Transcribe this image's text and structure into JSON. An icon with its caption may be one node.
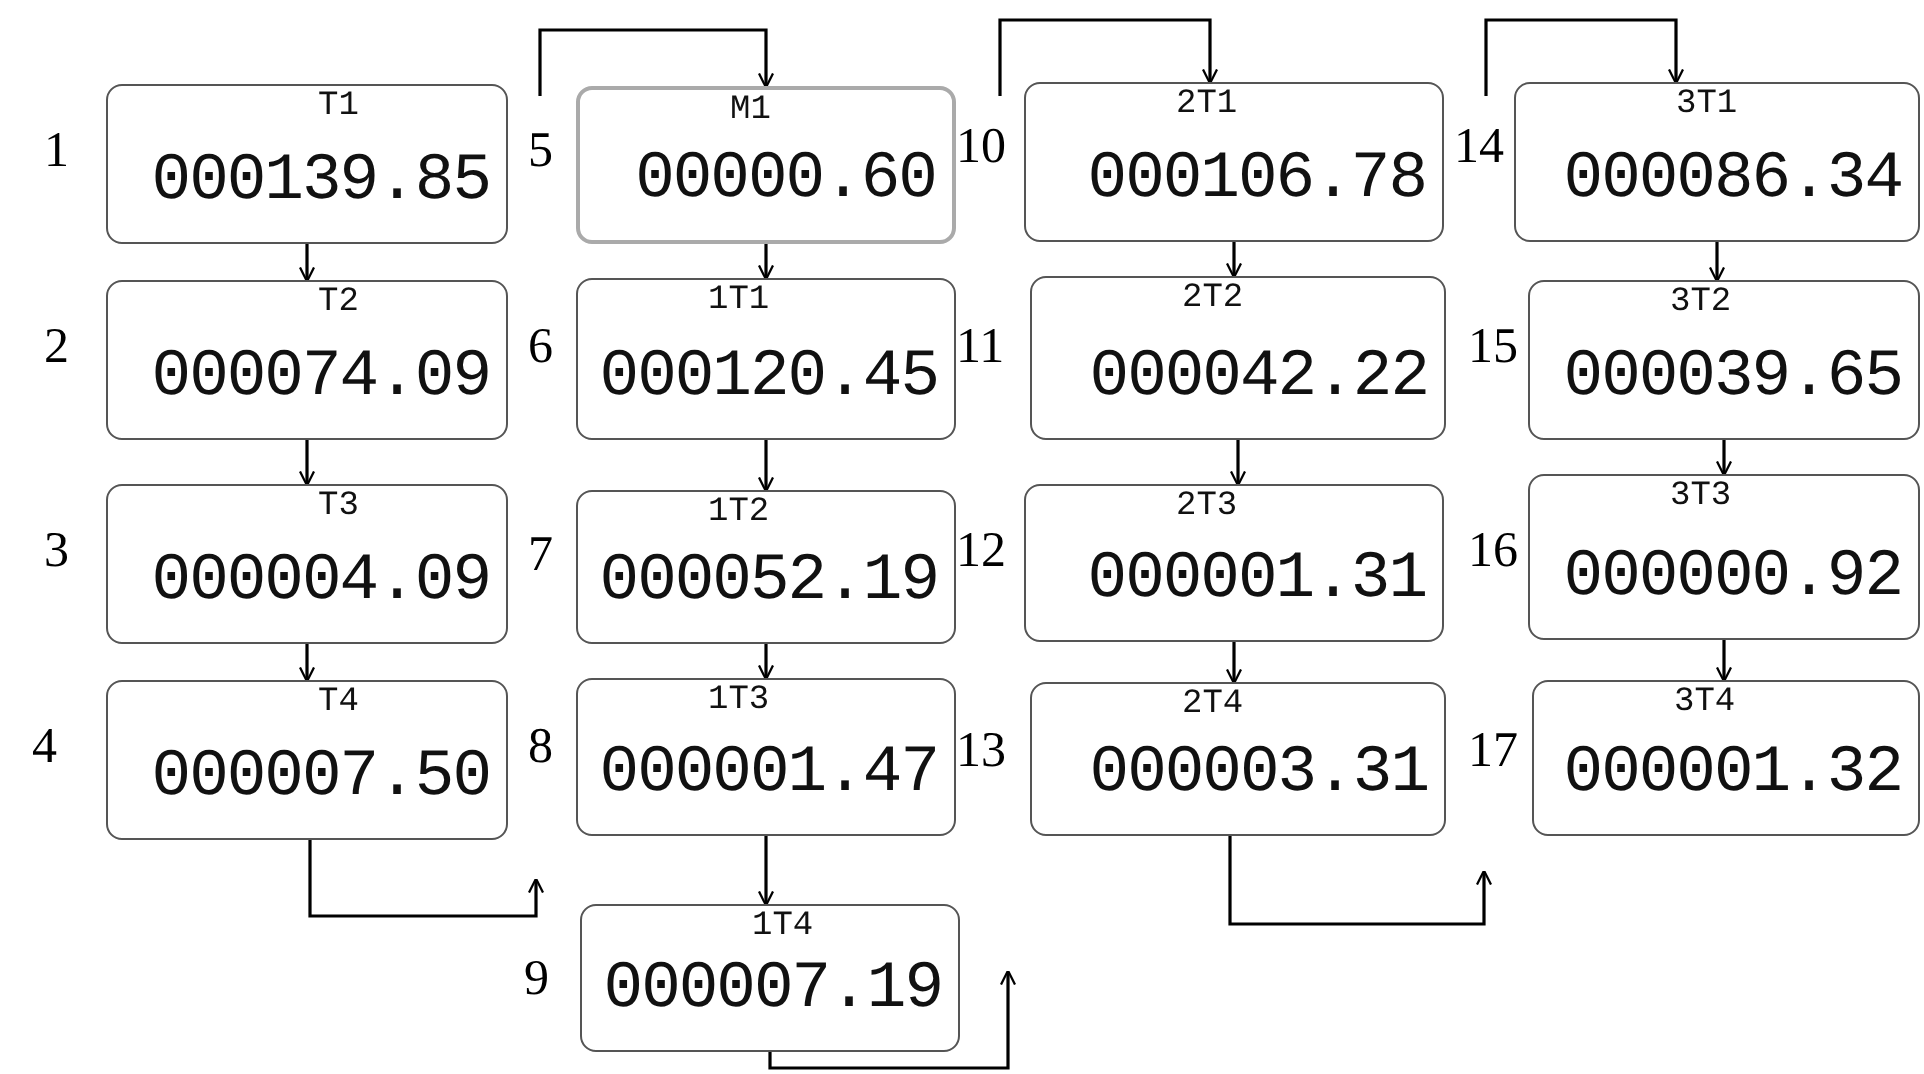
{
  "diagram": {
    "nodes": [
      {
        "text": [
          "T1",
          "000139.85"
        ],
        "beside": [
          "1"
        ]
      },
      {
        "text": [
          "T2",
          "000074.09"
        ],
        "beside": [
          "2"
        ]
      },
      {
        "text": [
          "T3",
          "000004.09"
        ],
        "beside": [
          "3"
        ]
      },
      {
        "text": [
          "T4",
          "000007.50"
        ],
        "beside": [
          "4"
        ]
      },
      {
        "text": [
          "M1",
          "00000.60"
        ],
        "beside": [
          "5"
        ]
      },
      {
        "text": [
          "1T1",
          "000120.45"
        ],
        "beside": [
          "6"
        ]
      },
      {
        "text": [
          "1T2",
          "000052.19"
        ],
        "beside": [
          "7"
        ]
      },
      {
        "text": [
          "1T3",
          "000001.47"
        ],
        "beside": [
          "8"
        ]
      },
      {
        "text": [
          "1T4",
          "000007.19"
        ],
        "beside": [
          "9"
        ]
      },
      {
        "text": [
          "2T1",
          "000106.78"
        ],
        "beside": [
          "10"
        ]
      },
      {
        "text": [
          "2T2",
          "000042.22"
        ],
        "beside": [
          "11"
        ]
      },
      {
        "text": [
          "2T3",
          "000001.31"
        ],
        "beside": [
          "12"
        ]
      },
      {
        "text": [
          "2T4",
          "000003.31"
        ],
        "beside": [
          "13"
        ]
      },
      {
        "text": [
          "3T1",
          "000086.34"
        ],
        "beside": [
          "14"
        ]
      },
      {
        "text": [
          "3T2",
          "000039.65"
        ],
        "beside": [
          "15"
        ]
      },
      {
        "text": [
          "3T3",
          "000000.92"
        ],
        "beside": [
          "16"
        ]
      },
      {
        "text": [
          "3T4",
          "000001.32"
        ],
        "beside": [
          "17"
        ]
      }
    ],
    "edges": [
      {
        "from": 0,
        "to": 1,
        "arrow": "to"
      },
      {
        "from": 1,
        "to": 2,
        "arrow": "to"
      },
      {
        "from": 2,
        "to": 3,
        "arrow": "to"
      },
      {
        "from": 3,
        "to": null,
        "arrow": "to"
      },
      {
        "from": null,
        "to": 4,
        "arrow": "to"
      },
      {
        "from": 4,
        "to": 5,
        "arrow": "to"
      },
      {
        "from": 5,
        "to": 6,
        "arrow": "to"
      },
      {
        "from": 6,
        "to": 7,
        "arrow": "to"
      },
      {
        "from": 7,
        "to": 8,
        "arrow": "to"
      },
      {
        "from": 8,
        "to": null,
        "arrow": "to"
      },
      {
        "from": null,
        "to": 9,
        "arrow": "to"
      },
      {
        "from": 9,
        "to": 10,
        "arrow": "to"
      },
      {
        "from": 10,
        "to": 11,
        "arrow": "to"
      },
      {
        "from": 11,
        "to": 12,
        "arrow": "to"
      },
      {
        "from": 12,
        "to": null,
        "arrow": "to"
      },
      {
        "from": null,
        "to": 13,
        "arrow": "to"
      },
      {
        "from": 13,
        "to": 14,
        "arrow": "to"
      },
      {
        "from": 14,
        "to": 15,
        "arrow": "to"
      },
      {
        "from": 15,
        "to": 16,
        "arrow": "to"
      }
    ]
  }
}
